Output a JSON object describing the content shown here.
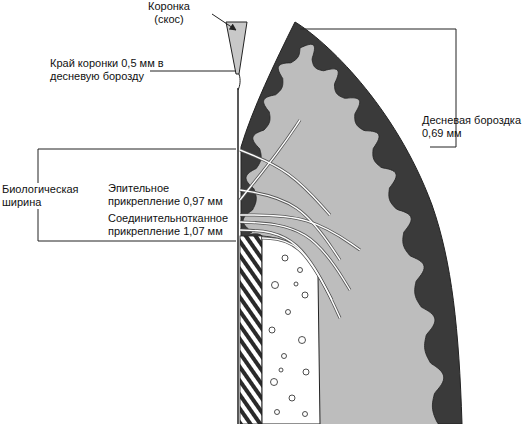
{
  "diagram": {
    "labels": [
      "Коронка (скос)",
      "Край коронки 0,5 мм в десневую борозду",
      "Десневая бороздка 0,69 мм",
      "Биологическая ширина",
      "Эпительное прикрепление 0,97 мм",
      "Соединительнотканное прикрепление 1,07 мм"
    ]
  }
}
